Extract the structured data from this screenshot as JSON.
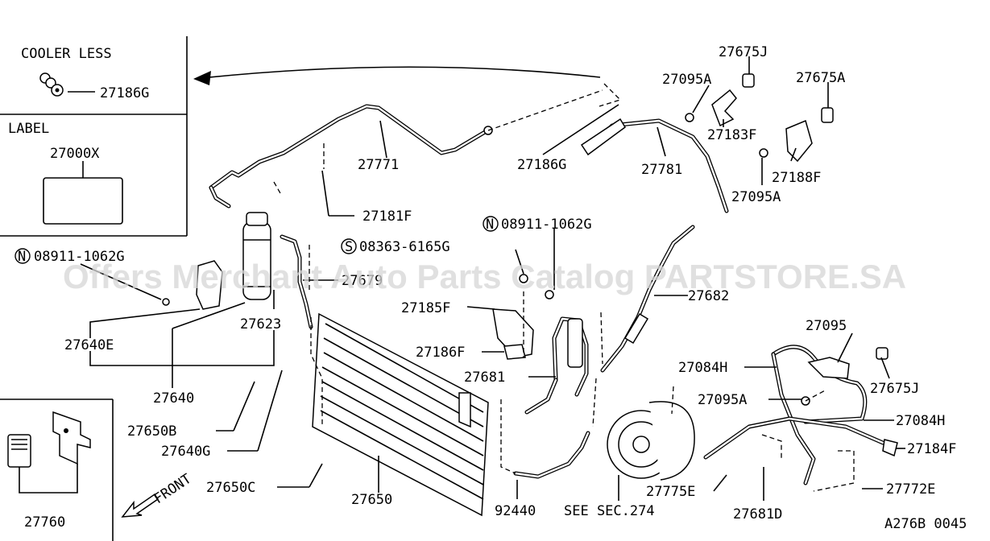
{
  "watermark": "Offers Merchant Auto Parts Catalog PARTSTORE.SA",
  "boxes": {
    "cooler_less": {
      "title": "COOLER LESS",
      "part": "27186G"
    },
    "label": {
      "title": "LABEL",
      "part": "27000X"
    },
    "bracket": {
      "part": "27760"
    }
  },
  "front_label": "FRONT",
  "diagram_id": "A276B 0045",
  "see_section": "SEE SEC.274",
  "callouts": {
    "c27675J_top": "27675J",
    "c27095A_top": "27095A",
    "c27675A": "27675A",
    "c27183F": "27183F",
    "c27771": "27771",
    "c27186G_mid": "27186G",
    "c27781": "27781",
    "c27188F": "27188F",
    "c27095A_mid": "27095A",
    "c27181F": "27181F",
    "n08911_mid": "08911-1062G",
    "s08363": "08363-6165G",
    "n08911_left": "08911-1062G",
    "c27679": "27679",
    "c27682": "27682",
    "c27185F": "27185F",
    "c27623": "27623",
    "c27640E": "27640E",
    "c27186F": "27186F",
    "c27095_right": "27095",
    "c27084H_a": "27084H",
    "c27681": "27681",
    "c27675J_right": "27675J",
    "c27640": "27640",
    "c27095A_low": "27095A",
    "c27084H_b": "27084H",
    "c27650B": "27650B",
    "c27184F": "27184F",
    "c27640G": "27640G",
    "c27650C": "27650C",
    "c27775E": "27775E",
    "c27772E": "27772E",
    "c27650": "27650",
    "c92440": "92440",
    "c27681D": "27681D"
  }
}
